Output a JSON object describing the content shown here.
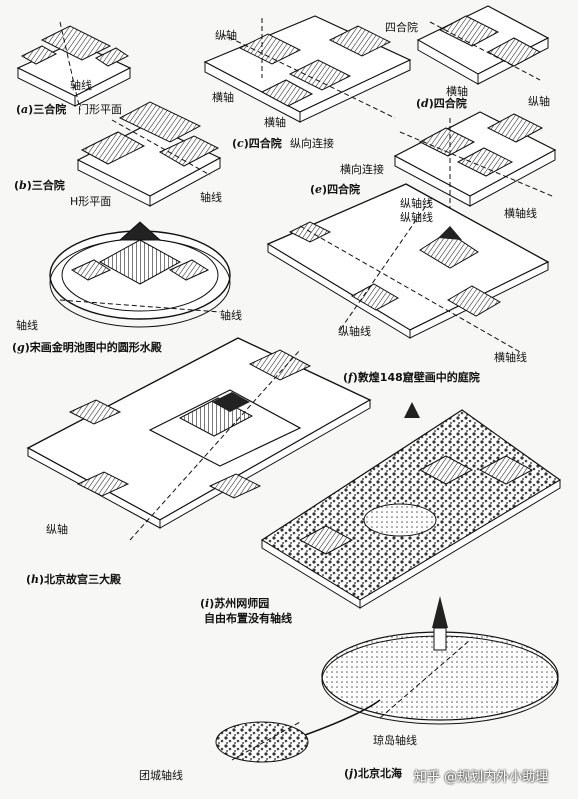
{
  "figures": {
    "a": {
      "caption_letter": "a",
      "caption": "三合院",
      "sub_label": "门形平面",
      "axis_label": "轴线"
    },
    "b": {
      "caption_letter": "b",
      "caption": "三合院",
      "sub_label": "H形平面",
      "axis_label": "轴线"
    },
    "c": {
      "caption_letter": "c",
      "caption": "四合院",
      "label_longitudinal_axis": "纵轴",
      "label_cross_axis_1": "横轴",
      "label_cross_axis_2": "横轴",
      "label_longitudinal_link": "纵向连接"
    },
    "d": {
      "caption_letter": "d",
      "caption": "四合院",
      "label_courtyard": "四合院",
      "label_cross_axis": "横轴",
      "label_longitudinal_axis": "纵轴"
    },
    "e": {
      "caption_letter": "e",
      "caption": "四合院",
      "label_cross_link": "横向连接",
      "label_longitudinal_axis_line": "纵轴线",
      "label_cross_axis_line": "横轴线"
    },
    "f": {
      "caption_letter": "f",
      "caption": "敦煌148窟壁画中的庭院",
      "label_longitudinal_axis_line_1": "纵轴线",
      "label_longitudinal_axis_line_2": "纵轴线",
      "label_cross_axis_line": "横轴线"
    },
    "g": {
      "caption_letter": "g",
      "caption": "宋画金明池图中的圆形水殿",
      "label_axis_left": "轴线",
      "label_axis_right": "轴线"
    },
    "h": {
      "caption_letter": "h",
      "caption": "北京故宫三大殿",
      "label_longitudinal_axis": "纵轴"
    },
    "i": {
      "caption_letter": "i",
      "caption": "苏州网师园",
      "caption_line2": "自由布置没有轴线"
    },
    "j": {
      "caption_letter": "j",
      "caption": "北京北海",
      "label_island_axis": "琼岛轴线",
      "label_round_city_axis": "团城轴线"
    }
  },
  "watermark": "知乎 @规划内外小助理",
  "colors": {
    "ink": "#111111",
    "paper": "#f7f7f5",
    "roof": "#2a2a2a"
  }
}
